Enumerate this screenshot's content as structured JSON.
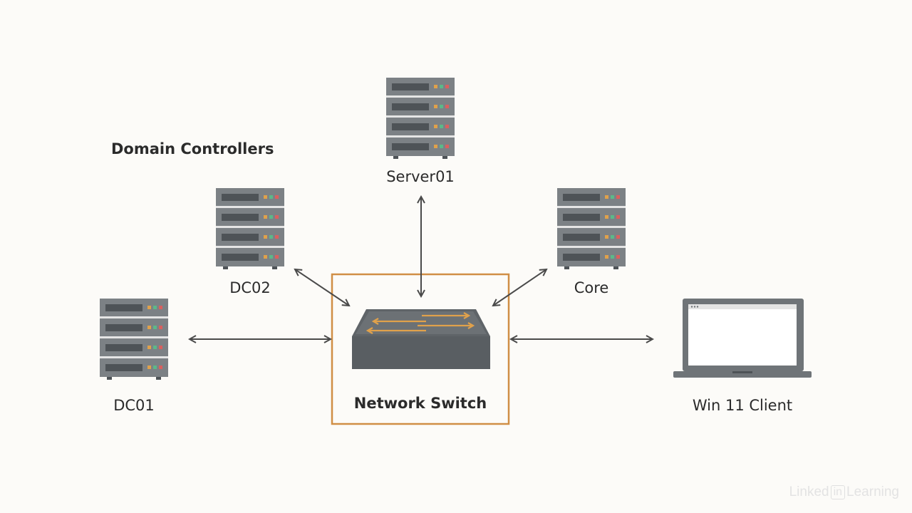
{
  "group_label": "Domain Controllers",
  "nodes": {
    "server01": "Server01",
    "dc02": "DC02",
    "core": "Core",
    "dc01": "DC01",
    "switch": "Network Switch",
    "client": "Win 11 Client"
  },
  "watermark": {
    "left": "Linked",
    "box": "in",
    "right": "Learning"
  },
  "colors": {
    "server_body": "#6f7478",
    "server_slot": "#4e5357",
    "led_orange": "#e0a14b",
    "led_green": "#5cb889",
    "led_red": "#d9605f",
    "switch_box": "#d08e45",
    "arrow": "#4a4a4a"
  }
}
